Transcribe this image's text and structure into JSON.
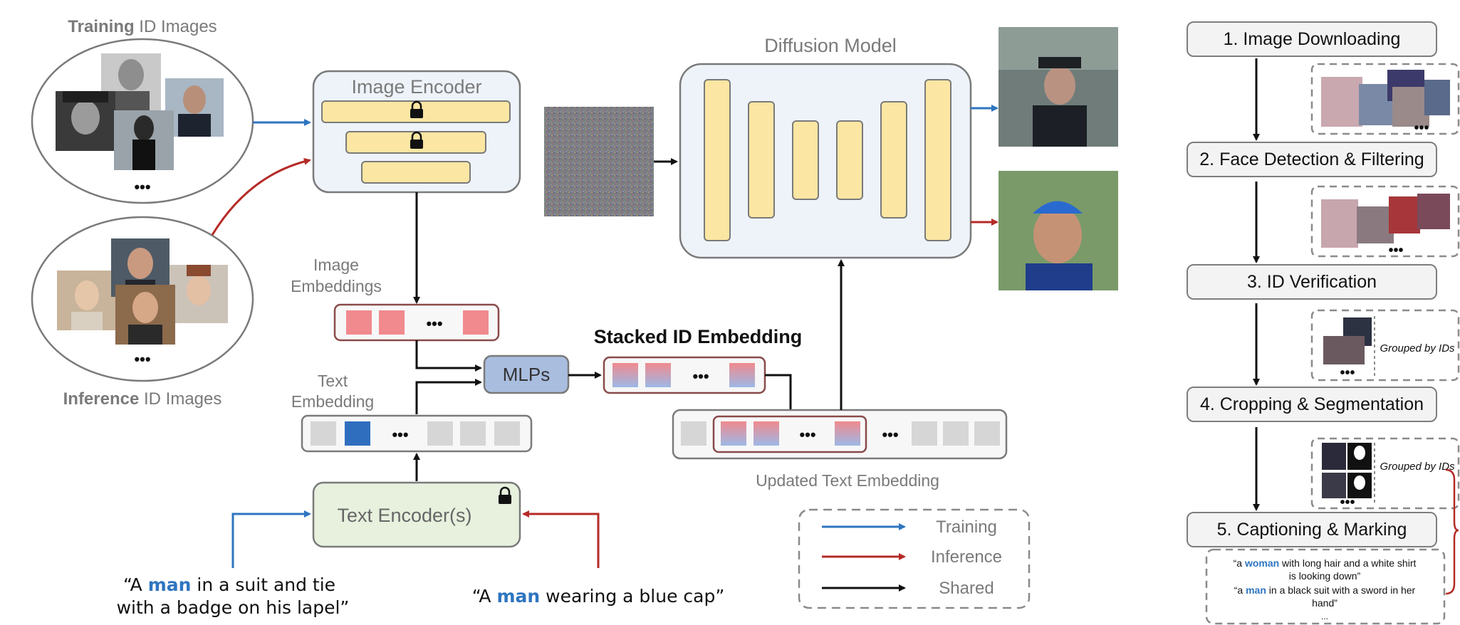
{
  "labels": {
    "training_id_images_bold": "Training",
    "training_id_images_rest": " ID Images",
    "inference_id_images_bold": "Inference",
    "inference_id_images_rest": " ID Images",
    "image_encoder": "Image Encoder",
    "diffusion_model": "Diffusion Model",
    "image_embeddings_line1": "Image",
    "image_embeddings_line2": "Embeddings",
    "text_embedding_line1": "Text",
    "text_embedding_line2": "Embedding",
    "mlps": "MLPs",
    "stacked_id_embedding": "Stacked ID Embedding",
    "updated_text_embedding": "Updated Text Embedding",
    "text_encoder": "Text Encoder(s)",
    "ellipsis": "•••"
  },
  "prompts": {
    "training_pre": "“A ",
    "training_keyword": "man",
    "training_post1": " in a suit and tie",
    "training_line2": "with a badge on his lapel”",
    "inference_pre": "“A ",
    "inference_keyword": "man",
    "inference_post": " wearing a blue cap”"
  },
  "legend": {
    "training": "Training",
    "inference": "Inference",
    "shared": "Shared"
  },
  "pipeline": {
    "steps": [
      "1. Image Downloading",
      "2. Face Detection & Filtering",
      "3. ID Verification",
      "4. Cropping & Segmentation",
      "5. Captioning & Marking"
    ],
    "grouped_by_ids": "Grouped by IDs",
    "caption1_pre": "“a ",
    "caption1_keyword": "woman",
    "caption1_post": " with long hair and a white shirt",
    "caption1_line2": "is looking down”",
    "caption2_pre": "“a ",
    "caption2_keyword": "man",
    "caption2_post": " in a black suit with a sword in her",
    "caption2_line2": "hand”",
    "caption_more": "..."
  },
  "colors": {
    "training_arrow": "#2e75c0",
    "inference_arrow": "#b52a26",
    "shared_arrow": "#111111",
    "encoder_fill": "#eef3fa",
    "layer_fill": "#fbe6a3",
    "embedding_red": "#f08a8e",
    "text_encoder_fill": "#e7f1de",
    "mlp_fill": "#a9bddf",
    "highlight_token": "#2f6ebf",
    "keyword_blue": "#2e75c0"
  }
}
